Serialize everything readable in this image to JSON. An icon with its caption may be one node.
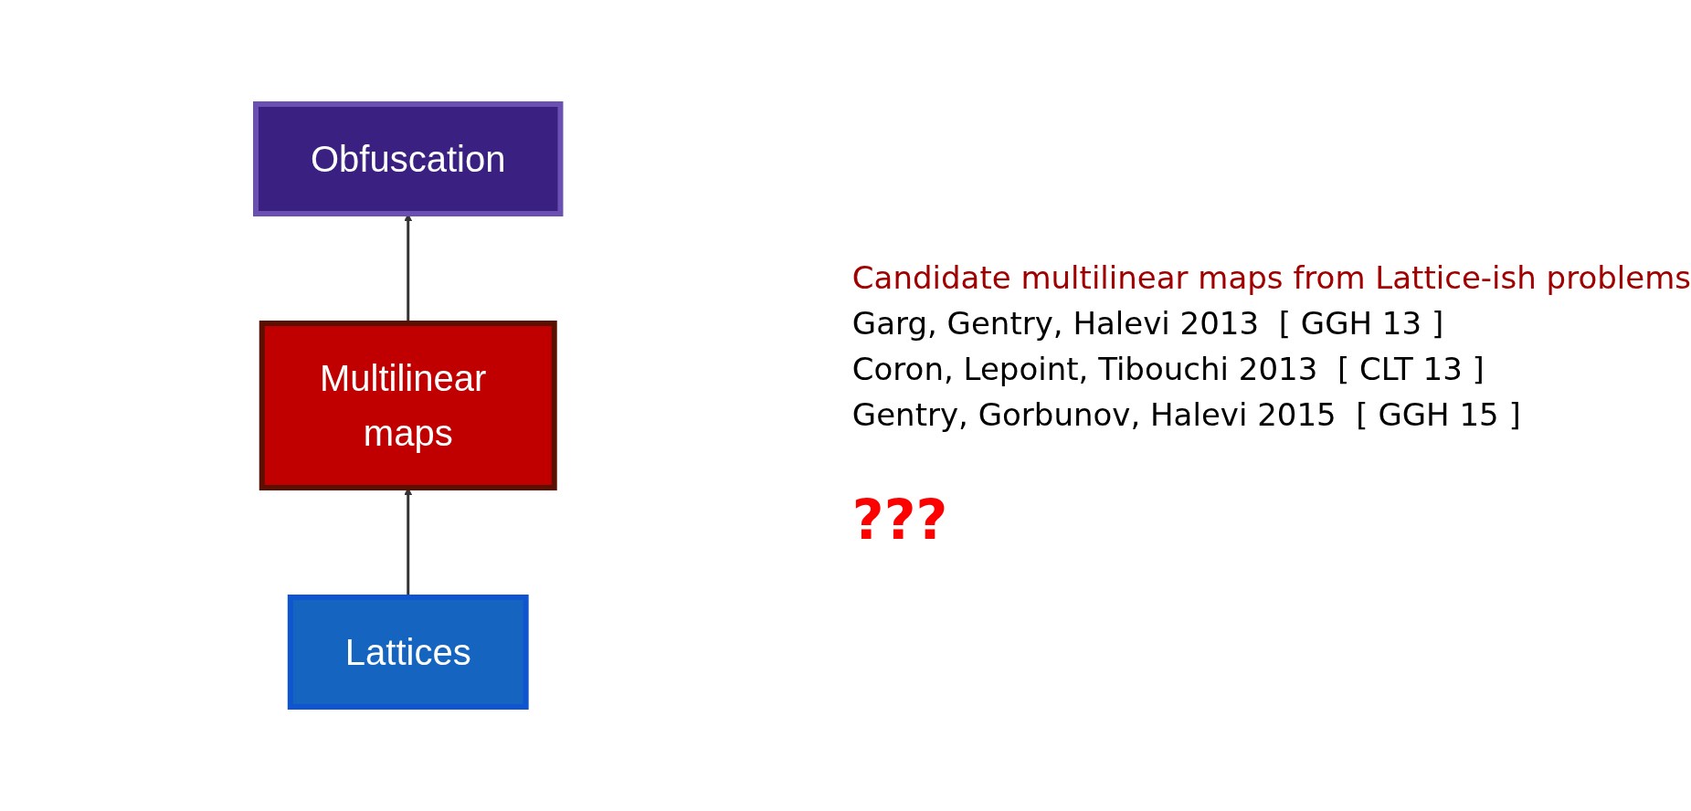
{
  "diagram": {
    "nodes": [
      {
        "text": [
          "Multilinear maps"
        ]
      },
      {
        "text": [
          "Obfuscation"
        ]
      },
      {
        "text": [
          "Lattices"
        ]
      }
    ],
    "edges": [
      {
        "from": 0,
        "to": 1,
        "arrow": "to"
      },
      {
        "from": 2,
        "to": 0,
        "arrow": "to"
      }
    ],
    "labels": [
      "Candidate multilinear maps from Lattice-ish problems",
      "Garg, Gentry, Halevi 2013  [ GGH 13 ]",
      "Coron, Lepoint, Tibouchi 2013  [ CLT 13 ]",
      "Gentry, Gorbunov, Halevi 2015  [ GGH 15 ]",
      "???"
    ]
  }
}
